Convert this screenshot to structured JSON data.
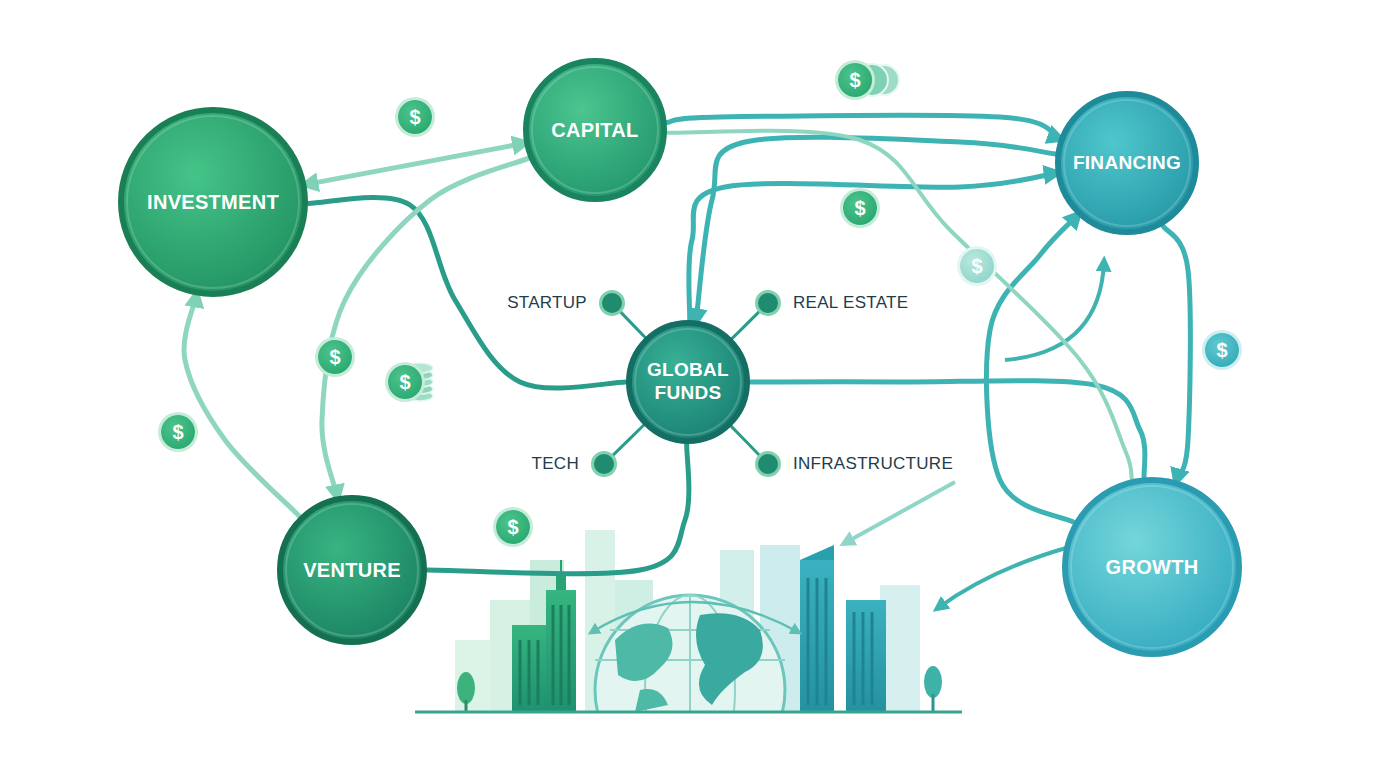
{
  "diagram": {
    "nodes": [
      {
        "text": [
          "INVESTMENT"
        ]
      },
      {
        "text": [
          "CAPITAL"
        ]
      },
      {
        "text": [
          "FINANCING"
        ]
      },
      {
        "text": [
          "STARTUP"
        ]
      },
      {
        "text": [
          "REAL ESTATE"
        ]
      },
      {
        "text": [
          "GLOBAL FUNDS"
        ]
      },
      {
        "text": [
          "TECH"
        ]
      },
      {
        "text": [
          "INFRASTRUCTURE"
        ]
      },
      {
        "text": [
          "VENTURE"
        ]
      },
      {
        "text": [
          "GROWTH"
        ]
      }
    ],
    "edges": [
      {
        "from": 0,
        "to": 1,
        "arrow": "both"
      },
      {
        "from": 1,
        "to": 2,
        "arrow": "to"
      },
      {
        "from": 0,
        "to": 5,
        "arrow": "none"
      },
      {
        "from": 8,
        "to": 5,
        "arrow": "none"
      },
      {
        "from": 5,
        "to": 2,
        "arrow": "to"
      },
      {
        "from": 2,
        "to": 5,
        "arrow": "to"
      },
      {
        "from": 5,
        "to": 9,
        "arrow": "none"
      },
      {
        "from": 2,
        "to": 9,
        "arrow": "to"
      },
      {
        "from": 9,
        "to": 2,
        "arrow": "to"
      },
      {
        "from": 8,
        "to": 0,
        "arrow": "to"
      },
      {
        "from": 1,
        "to": 8,
        "arrow": "to"
      },
      {
        "from": 1,
        "to": 9,
        "arrow": "none"
      },
      {
        "from": 5,
        "to": 3,
        "arrow": "none"
      },
      {
        "from": 5,
        "to": 4,
        "arrow": "none"
      },
      {
        "from": 5,
        "to": 6,
        "arrow": "none"
      },
      {
        "from": 5,
        "to": 7,
        "arrow": "none"
      }
    ],
    "labels": [
      "$",
      "$",
      "$",
      "$",
      "$",
      "$",
      "$",
      "$",
      "$"
    ]
  }
}
